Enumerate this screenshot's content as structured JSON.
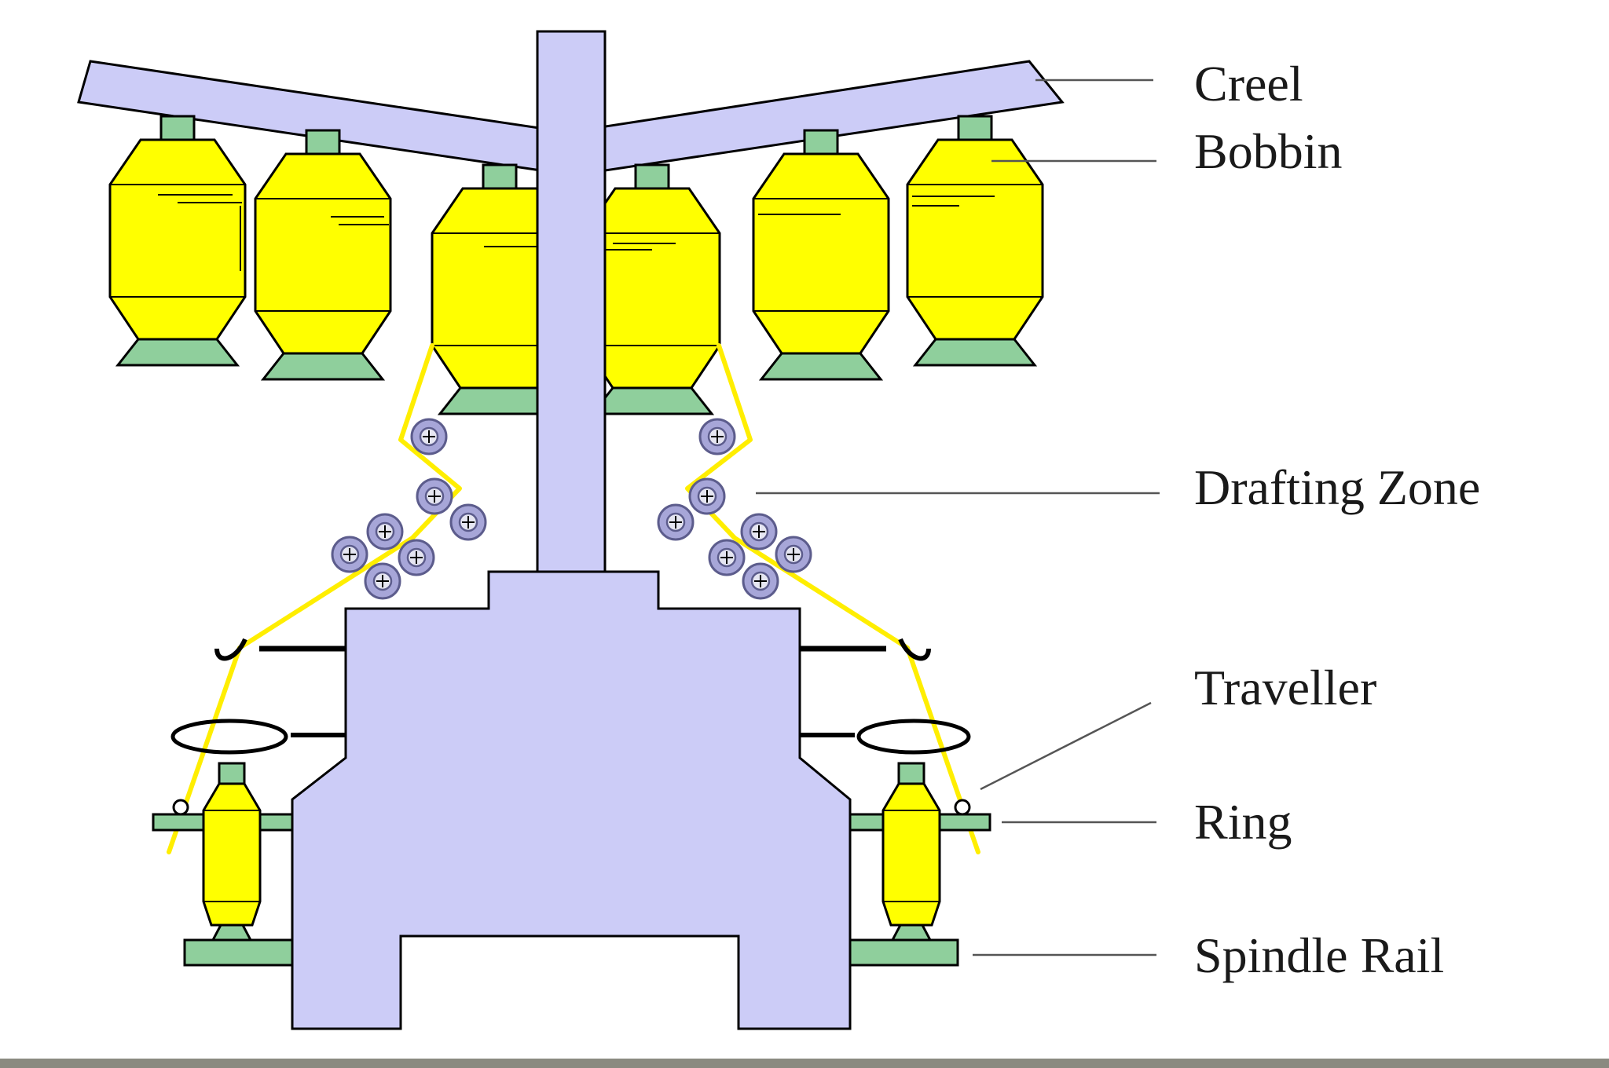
{
  "labels": {
    "creel": "Creel",
    "bobbin": "Bobbin",
    "drafting_zone": "Drafting Zone",
    "traveller": "Traveller",
    "ring": "Ring",
    "spindle_rail": "Spindle Rail"
  },
  "colors": {
    "frame": "#ccccf7",
    "bobbin": "#ffff00",
    "holder": "#8fcf9c",
    "yarn": "#ffee00",
    "roller": "#a7a6d8",
    "bottom_strip": "#8a8a80"
  }
}
